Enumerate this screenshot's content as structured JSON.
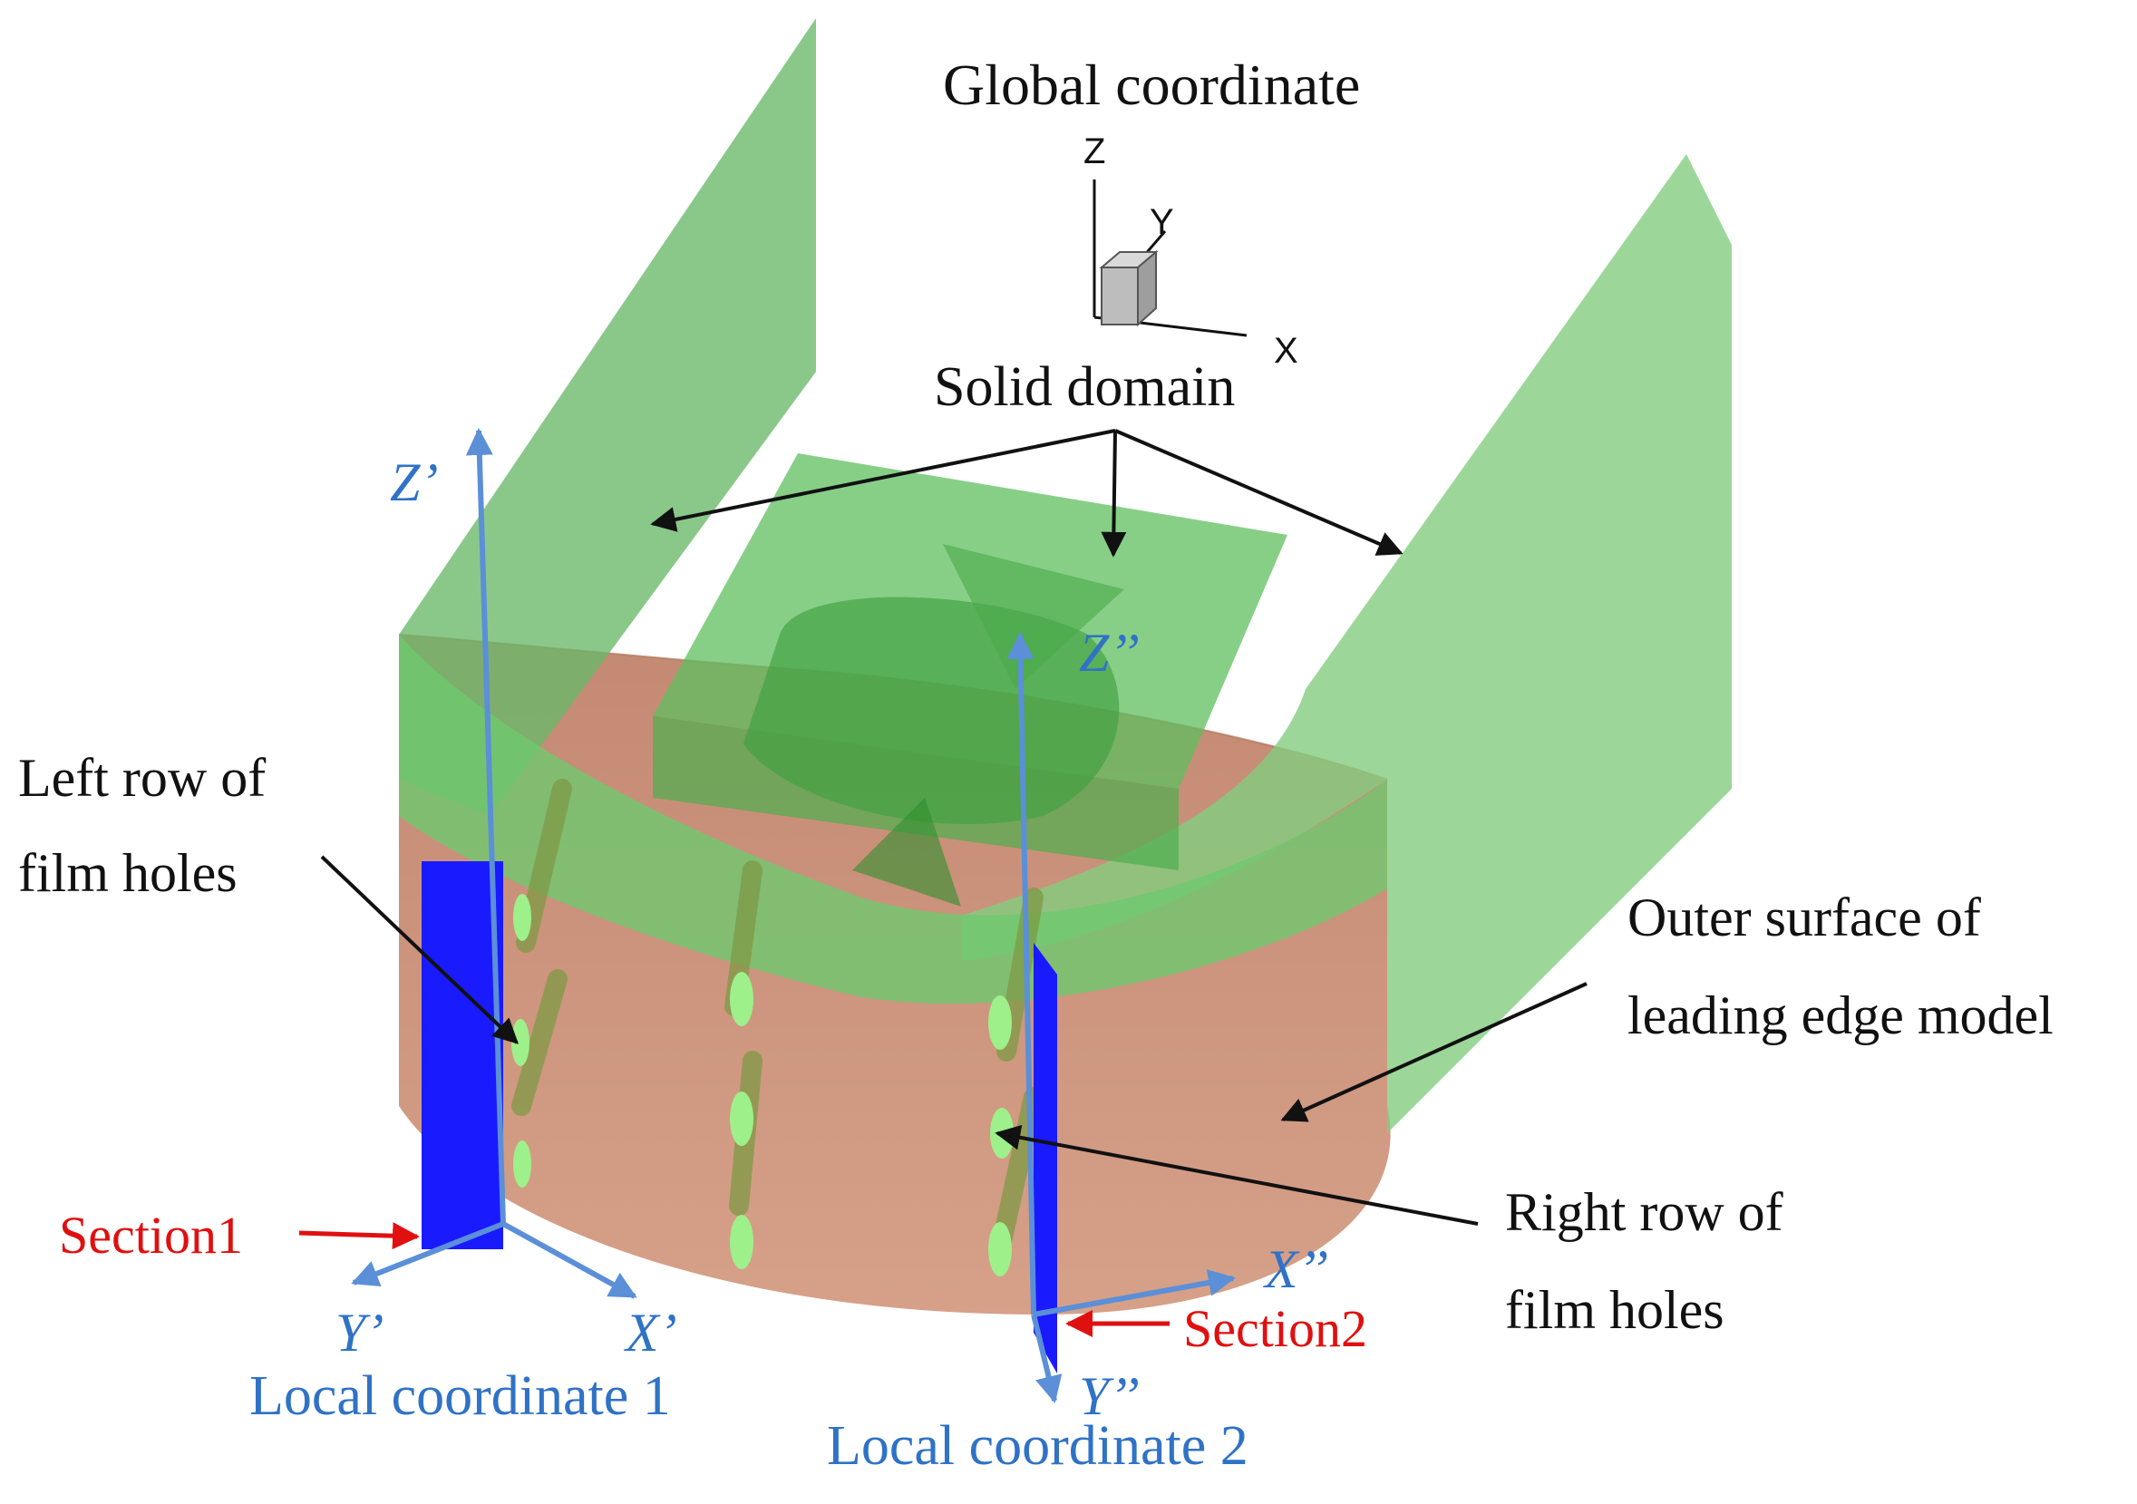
{
  "labels": {
    "global_coordinate": "Global coordinate",
    "axis_z": "Z",
    "axis_y": "Y",
    "axis_x": "X",
    "solid_domain": "Solid domain",
    "left_row_line1": "Left row of",
    "left_row_line2": "film holes",
    "outer_surface_line1": "Outer surface of",
    "outer_surface_line2": "leading edge model",
    "right_row_line1": "Right row of",
    "right_row_line2": "film holes",
    "section1": "Section1",
    "section2": "Section2",
    "z_prime": "Z’",
    "y_prime": "Y’",
    "x_prime": "X’",
    "local_coordinate_1": "Local coordinate 1",
    "z_dprime": "Z’’",
    "x_dprime": "X’’",
    "y_dprime": "Y’’",
    "local_coordinate_2": "Local coordinate 2"
  },
  "colors": {
    "solid_domain_green": "#7cc67c",
    "outer_surface_brown": "#c27f62",
    "section_plane_blue": "#1a1aff",
    "local_axis_blue": "#5b8fd8",
    "red_label": "#e01010",
    "film_hole_green": "#9ef08a"
  }
}
